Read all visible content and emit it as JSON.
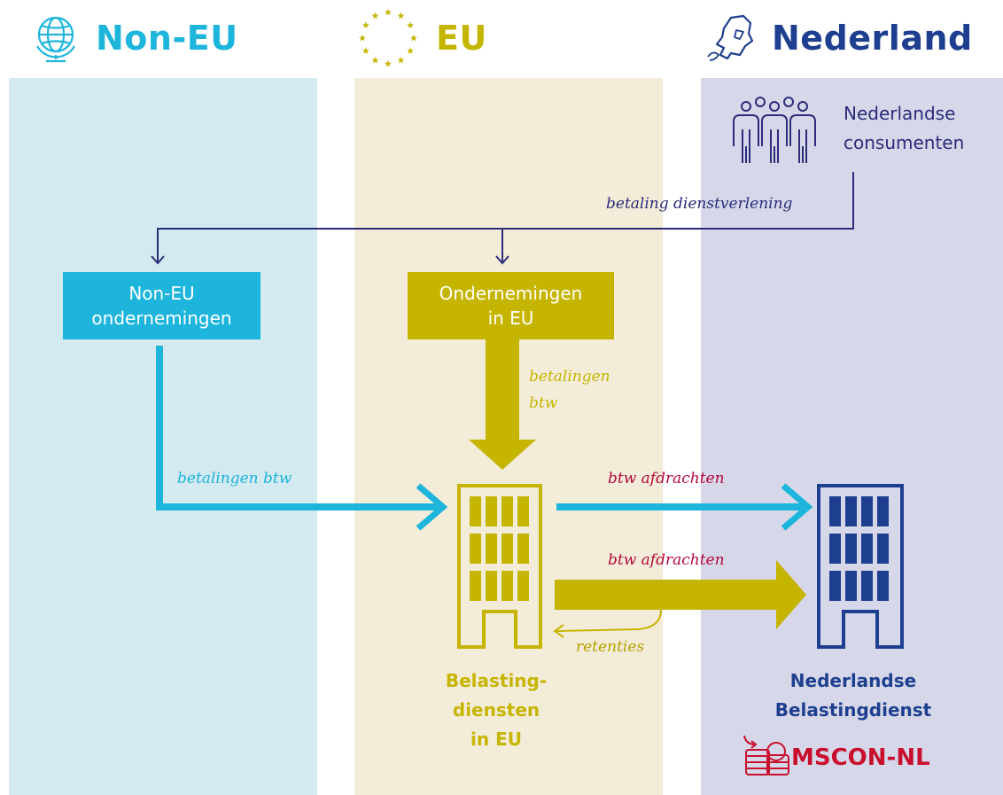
{
  "headers": {
    "noneu": "Non-EU",
    "eu": "EU",
    "nl": "Nederland"
  },
  "consumers": {
    "line1": "Nederlandse",
    "line2": "consumenten"
  },
  "boxes": {
    "noneu_line1": "Non-EU",
    "noneu_line2": "ondernemingen",
    "eu_line1": "Ondernemingen",
    "eu_line2": "in EU"
  },
  "labels": {
    "betaling_dienstverlening": "betaling dienstverlening",
    "betalingen_btw_eu_line1": "betalingen",
    "betalingen_btw_eu_line2": "btw",
    "betalingen_btw_noneu": "betalingen btw",
    "btw_afdrachten_1": "btw afdrachten",
    "btw_afdrachten_2": "btw afdrachten",
    "retenties": "retenties"
  },
  "eu_tax": {
    "line1": "Belasting-",
    "line2": "diensten",
    "line3": "in EU"
  },
  "nl_tax": {
    "line1": "Nederlandse",
    "line2": "Belastingdienst"
  },
  "brand": "MSCON-NL",
  "colors": {
    "cyan": "#1db5dc",
    "olive": "#c6b500",
    "navy": "#2b2b7a",
    "darkblue": "#1e3f8f",
    "red": "#c8102e",
    "bg_noneu": "#d4eaf1",
    "bg_eu": "#f3ecd8",
    "bg_nl": "#d6d8ea"
  },
  "icons": [
    "globe-icon",
    "eu-stars-icon",
    "netherlands-map-icon",
    "consumers-icon",
    "eu-tax-office-icon",
    "nl-tax-office-icon",
    "coins-icon"
  ]
}
